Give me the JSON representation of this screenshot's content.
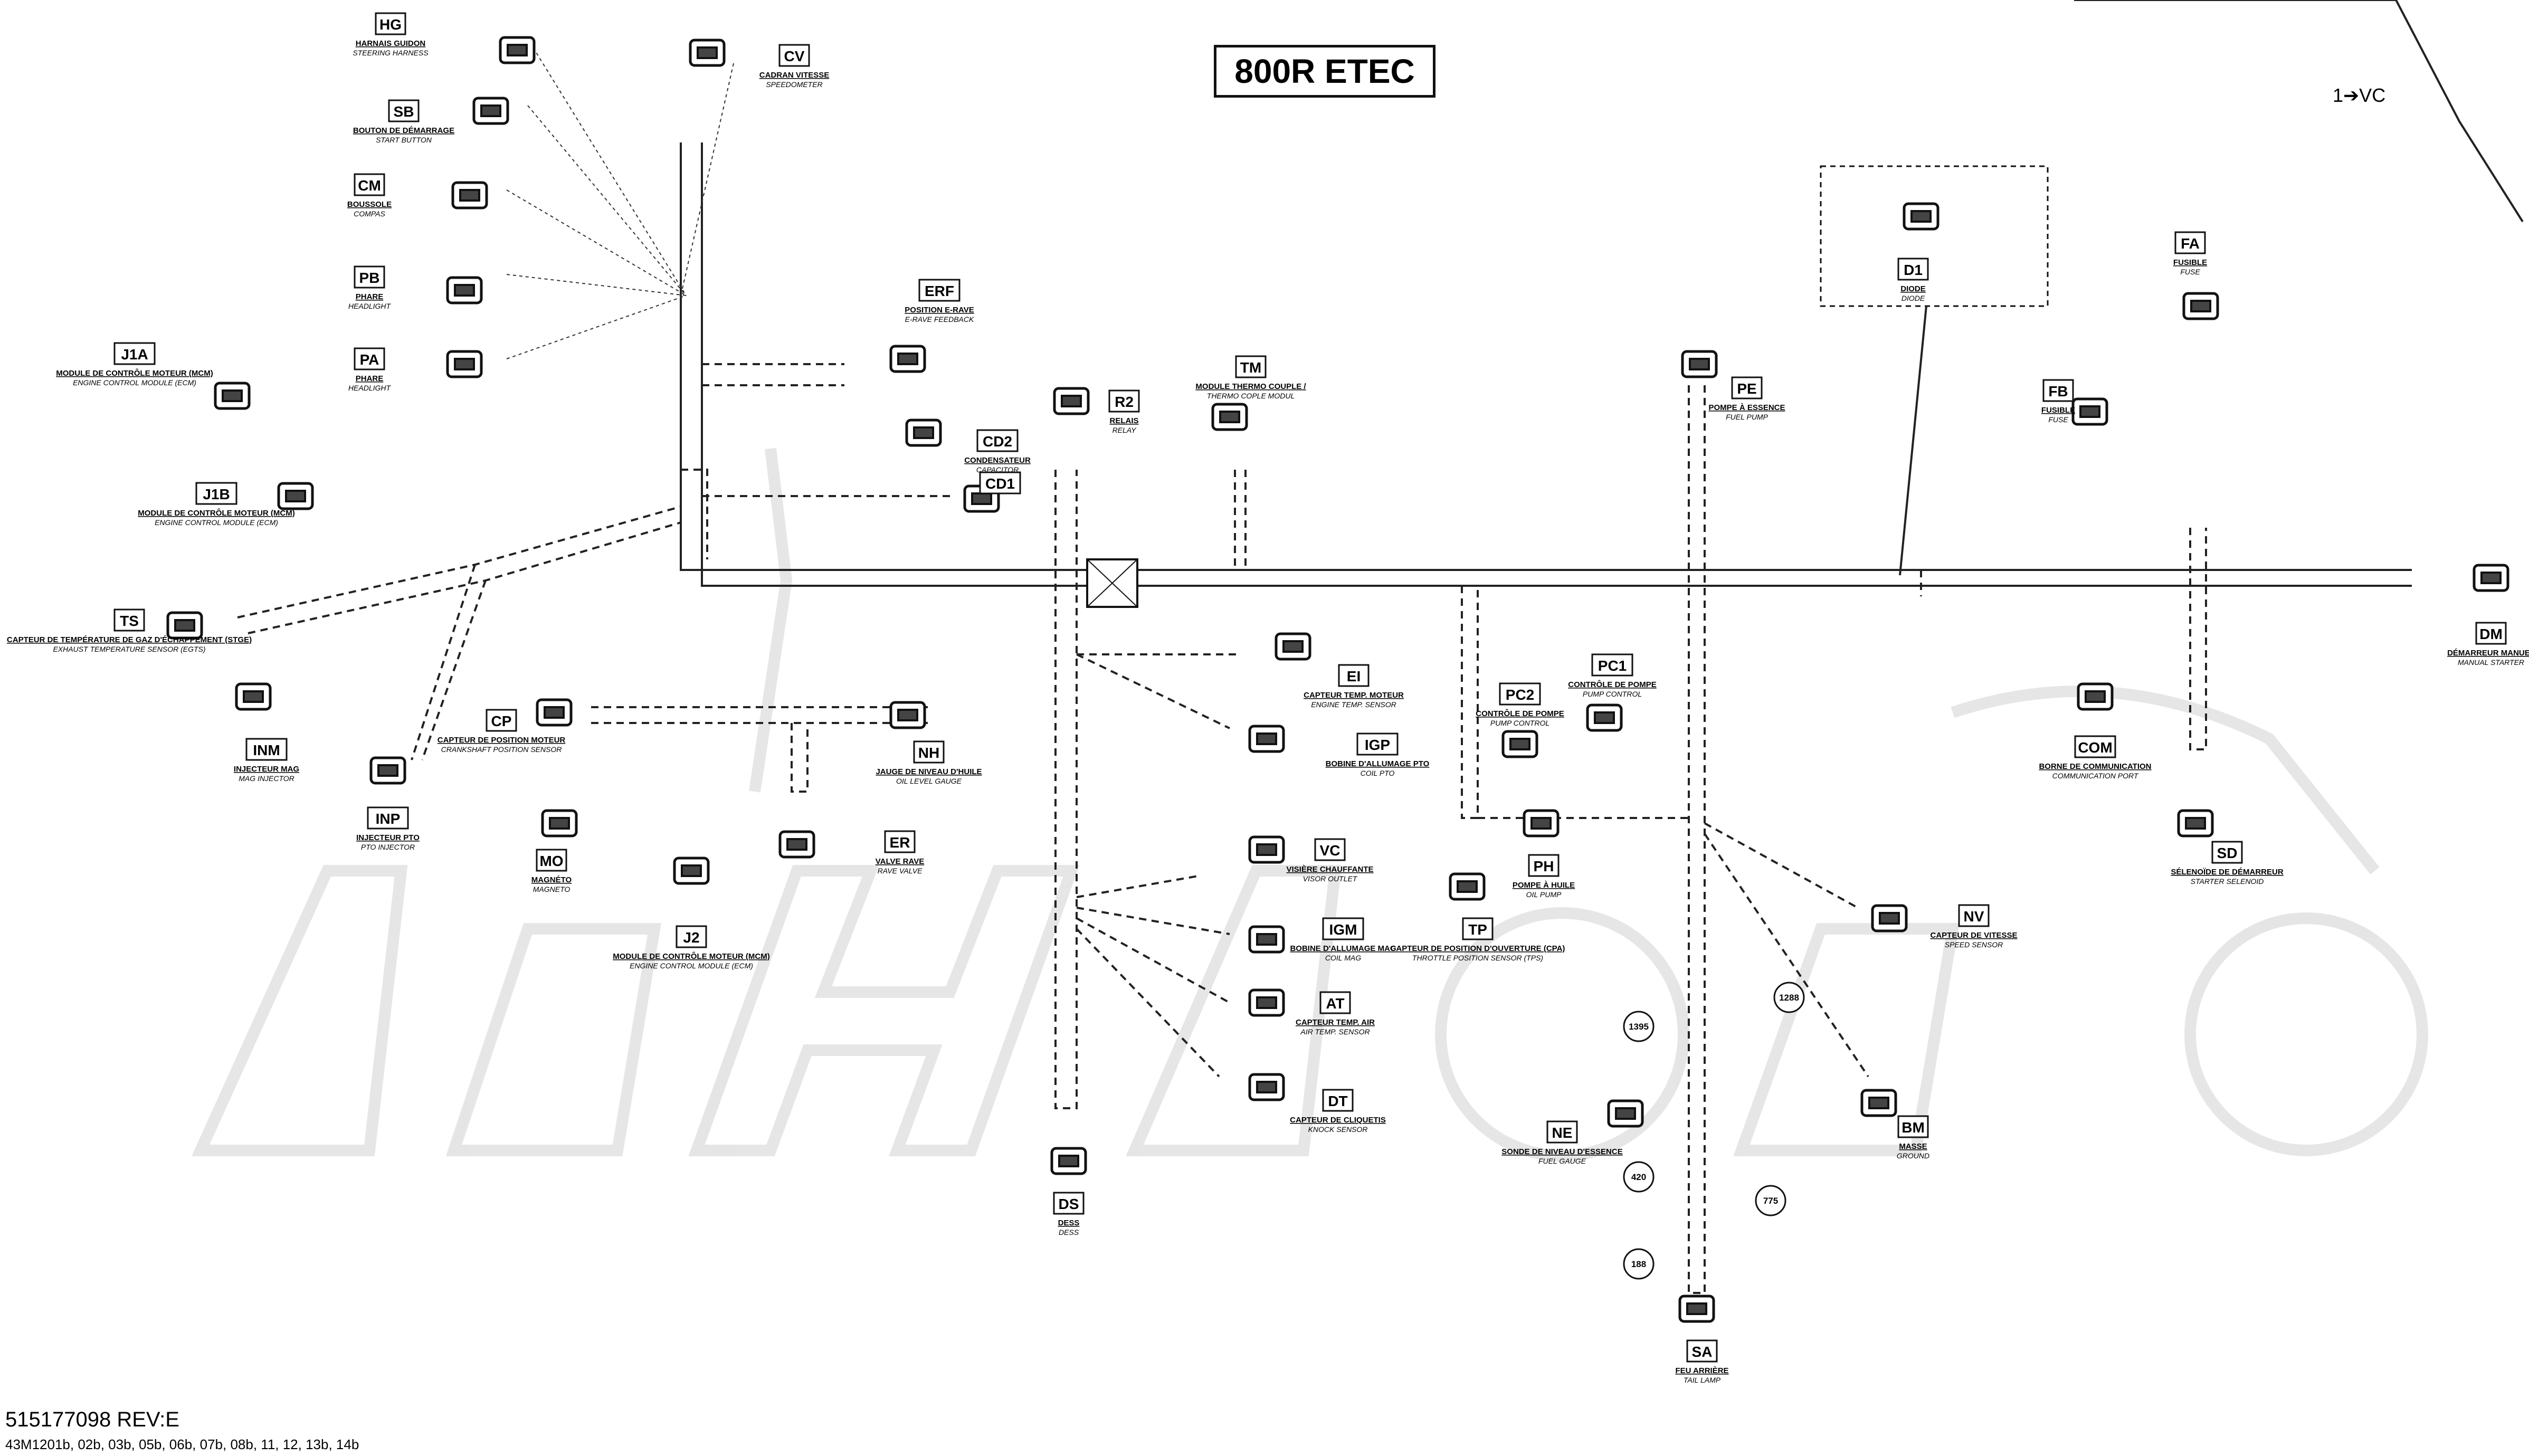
{
  "title": "800R ETEC",
  "top_right_reference": "1➔VC",
  "footer": {
    "part_number": "515177098 REV:E",
    "references": "43M1201b, 02b, 03b, 05b, 06b, 07b, 08b, 11, 12, 13b, 14b"
  },
  "watermark": "AehAemo",
  "connectors": [
    {
      "code": "HG",
      "fr": "HARNAIS GUIDON",
      "en": "STEERING HARNESS"
    },
    {
      "code": "CV",
      "fr": "CADRAN VITESSE",
      "en": "SPEEDOMETER"
    },
    {
      "code": "SB",
      "fr": "BOUTON DE DÉMARRAGE",
      "en": "START BUTTON"
    },
    {
      "code": "CM",
      "fr": "BOUSSOLE",
      "en": "COMPAS"
    },
    {
      "code": "PB",
      "fr": "PHARE",
      "en": "HEADLIGHT"
    },
    {
      "code": "PA",
      "fr": "PHARE",
      "en": "HEADLIGHT"
    },
    {
      "code": "ERF",
      "fr": "POSITION E-RAVE",
      "en": "E-RAVE FEEDBACK"
    },
    {
      "code": "J1A",
      "fr": "MODULE DE CONTRÔLE MOTEUR (MCM)",
      "en": "ENGINE CONTROL MODULE (ECM)"
    },
    {
      "code": "CD2",
      "fr": "CONDENSATEUR",
      "en": "CAPACITOR"
    },
    {
      "code": "CD1",
      "fr": "",
      "en": ""
    },
    {
      "code": "J1B",
      "fr": "MODULE DE CONTRÔLE MOTEUR (MCM)",
      "en": "ENGINE CONTROL MODULE (ECM)"
    },
    {
      "code": "TS",
      "fr": "CAPTEUR DE TEMPÉRATURE DE GAZ D'ÉCHAPPEMENT (STGE)",
      "en": "EXHAUST TEMPERATURE SENSOR (EGTS)"
    },
    {
      "code": "INM",
      "fr": "INJECTEUR MAG",
      "en": "MAG INJECTOR"
    },
    {
      "code": "INP",
      "fr": "INJECTEUR PTO",
      "en": "PTO INJECTOR"
    },
    {
      "code": "CP",
      "fr": "CAPTEUR DE POSITION MOTEUR",
      "en": "CRANKSHAFT POSITION SENSOR"
    },
    {
      "code": "NH",
      "fr": "JAUGE DE NIVEAU D'HUILE",
      "en": "OIL LEVEL GAUGE"
    },
    {
      "code": "ER",
      "fr": "VALVE RAVE",
      "en": "RAVE VALVE"
    },
    {
      "code": "MO",
      "fr": "MAGNÉTO",
      "en": "MAGNETO"
    },
    {
      "code": "J2",
      "fr": "MODULE DE CONTRÔLE MOTEUR (MCM)",
      "en": "ENGINE CONTROL MODULE (ECM)"
    },
    {
      "code": "R2",
      "fr": "RELAIS",
      "en": "RELAY"
    },
    {
      "code": "TM",
      "fr": "MODULE THERMO COUPLE /",
      "en": "THERMO COPLE MODUL"
    },
    {
      "code": "EI",
      "fr": "CAPTEUR TEMP. MOTEUR",
      "en": "ENGINE TEMP. SENSOR"
    },
    {
      "code": "IGP",
      "fr": "BOBINE D'ALLUMAGE PTO",
      "en": "COIL PTO"
    },
    {
      "code": "VC",
      "fr": "VISIÈRE CHAUFFANTE",
      "en": "VISOR OUTLET"
    },
    {
      "code": "IGM",
      "fr": "BOBINE D'ALLUMAGE MAG",
      "en": "COIL MAG"
    },
    {
      "code": "AT",
      "fr": "CAPTEUR TEMP. AIR",
      "en": "AIR TEMP. SENSOR"
    },
    {
      "code": "DT",
      "fr": "CAPTEUR DE CLIQUETIS",
      "en": "KNOCK SENSOR"
    },
    {
      "code": "DS",
      "fr": "DESS",
      "en": "DESS"
    },
    {
      "code": "PE",
      "fr": "POMPE À ESSENCE",
      "en": "FUEL PUMP"
    },
    {
      "code": "PC1",
      "fr": "CONTRÔLE DE POMPE",
      "en": "PUMP CONTROL"
    },
    {
      "code": "PC2",
      "fr": "CONTRÔLE DE POMPE",
      "en": "PUMP CONTROL"
    },
    {
      "code": "PH",
      "fr": "POMPE À HUILE",
      "en": "OIL PUMP"
    },
    {
      "code": "TP",
      "fr": "CAPTEUR DE POSITION D'OUVERTURE (CPA)",
      "en": "THROTTLE POSITION SENSOR (TPS)"
    },
    {
      "code": "NE",
      "fr": "SONDE DE NIVEAU D'ESSENCE",
      "en": "FUEL GAUGE"
    },
    {
      "code": "SA",
      "fr": "FEU ARRIÈRE",
      "en": "TAIL LAMP"
    },
    {
      "code": "D1",
      "fr": "DIODE",
      "en": "DIODE"
    },
    {
      "code": "FA",
      "fr": "FUSIBLE",
      "en": "FUSE"
    },
    {
      "code": "FB",
      "fr": "FUSIBLE",
      "en": "FUSE"
    },
    {
      "code": "COM",
      "fr": "BORNE DE COMMUNICATION",
      "en": "COMMUNICATION PORT"
    },
    {
      "code": "SD",
      "fr": "SÉLENOÏDE DE DÉMARREUR",
      "en": "STARTER SELENOID"
    },
    {
      "code": "NV",
      "fr": "CAPTEUR DE VITESSE",
      "en": "SPEED SENSOR"
    },
    {
      "code": "BM",
      "fr": "MASSE",
      "en": "GROUND"
    },
    {
      "code": "DM",
      "fr": "DÉMARREUR MANUEL",
      "en": "MANUAL STARTER"
    }
  ],
  "length_callouts": [
    "1395",
    "1288",
    "420",
    "775",
    "188"
  ]
}
